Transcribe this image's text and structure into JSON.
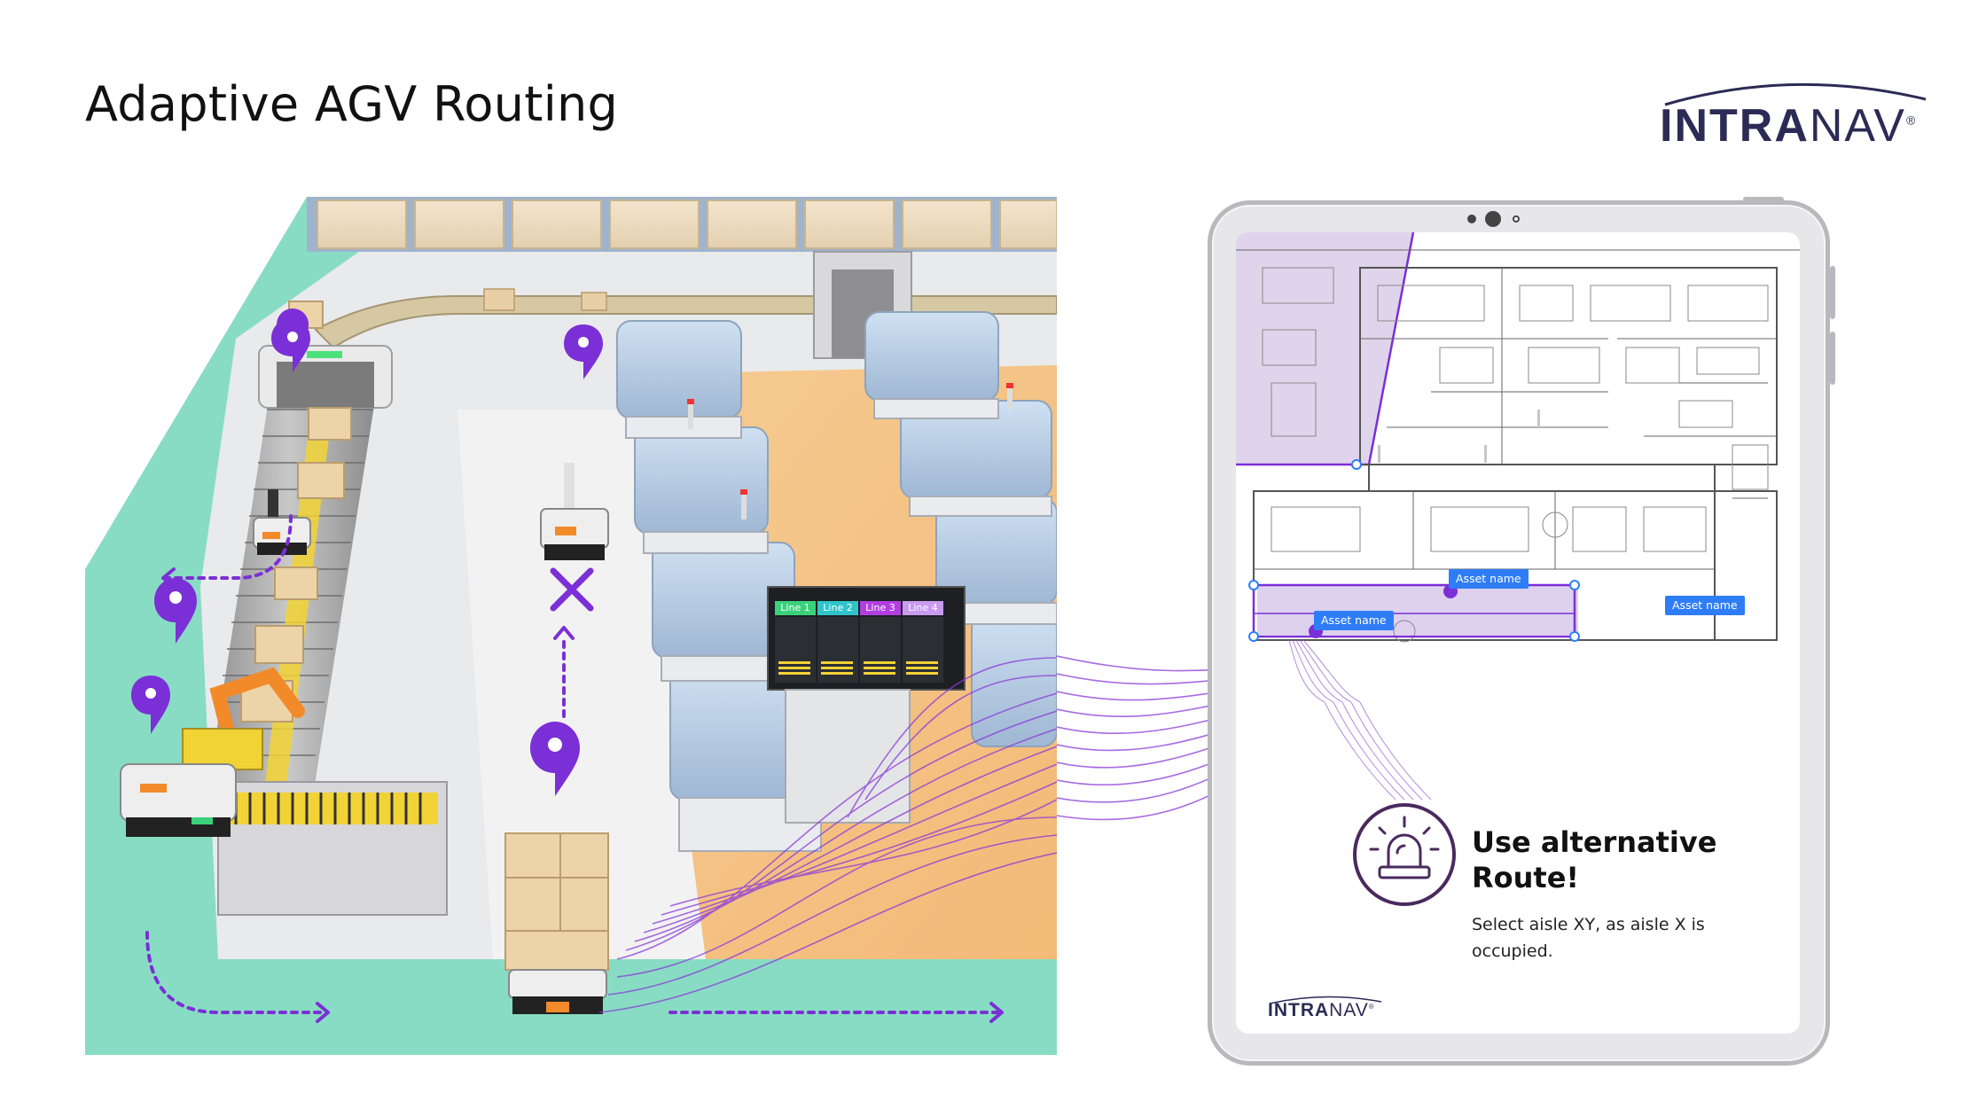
{
  "title": "Adaptive AGV Routing",
  "brand": {
    "logo_bold": "INTRA",
    "logo_light": "NAV",
    "registered_mark": "®"
  },
  "icons": {
    "location_pin": "map-pin-icon",
    "blocked": "x-mark-icon",
    "warning_light": "warning-light-icon"
  },
  "colors": {
    "accent": "#7b2fd6",
    "brand": "#2b2b55",
    "floor": "#88dcc3",
    "asset_tag": "#2f7df6"
  },
  "warehouse_screen": {
    "lines": [
      "Line 1",
      "Line 2",
      "Line 3",
      "Line 4"
    ]
  },
  "tablet": {
    "asset_labels": [
      "Asset name",
      "Asset name",
      "Asset name"
    ],
    "alert_title": "Use alternative Route!",
    "alert_text": "Select aisle XY, as aisle X is occupied."
  }
}
